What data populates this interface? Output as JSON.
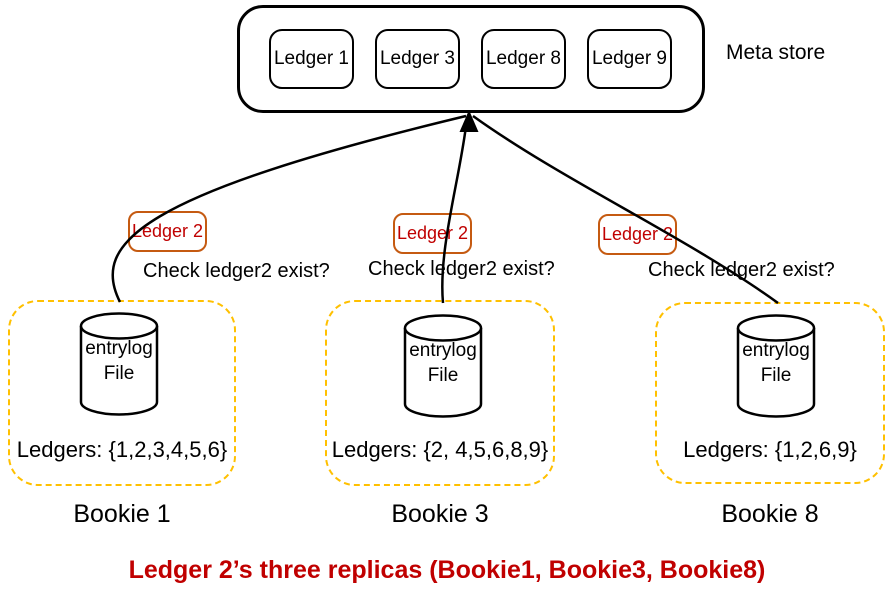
{
  "meta_store": {
    "label": "Meta store",
    "ledgers": [
      "Ledger 1",
      "Ledger 3",
      "Ledger 8",
      "Ledger 9"
    ]
  },
  "connections": [
    {
      "tag": "Ledger 2",
      "question": "Check ledger2 exist?"
    },
    {
      "tag": "Ledger 2",
      "question": "Check ledger2 exist?"
    },
    {
      "tag": "Ledger 2",
      "question": "Check ledger2 exist?"
    }
  ],
  "bookies": [
    {
      "name": "Bookie 1",
      "entrylog_label": "entrylog File",
      "ledgers": "Ledgers: {1,2,3,4,5,6}"
    },
    {
      "name": "Bookie 3",
      "entrylog_label": "entrylog File",
      "ledgers": "Ledgers: {2, 4,5,6,8,9}"
    },
    {
      "name": "Bookie 8",
      "entrylog_label": "entrylog File",
      "ledgers": "Ledgers: {1,2,6,9}"
    }
  ],
  "caption": "Ledger 2’s three replicas (Bookie1, Bookie3, Bookie8)",
  "colors": {
    "caption_red": "#C00000",
    "tag_text_red": "#C00000",
    "tag_border_orange": "#C55A11",
    "bookie_border_yellow": "#FFC000",
    "line_black": "#000000"
  }
}
